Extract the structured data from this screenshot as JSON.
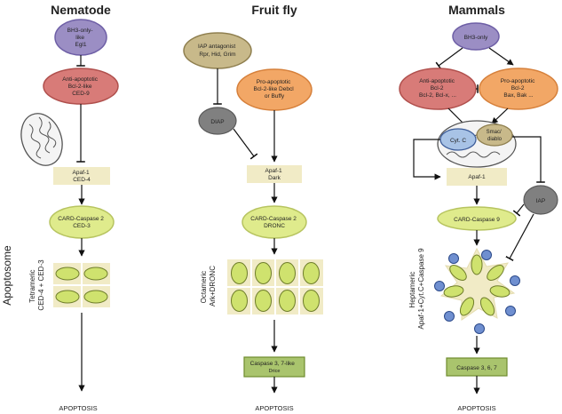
{
  "columns": {
    "nematode": {
      "title": "Nematode",
      "bh3": [
        "BH3-only-",
        "like",
        "Egl1"
      ],
      "anti": [
        "Anti-apoptotic",
        "Bcl-2-like",
        "CED-9"
      ],
      "apaf": [
        "Apaf-1",
        "CED-4"
      ],
      "caspase": [
        "CARD-Caspase 2",
        "CED-3"
      ],
      "complex": [
        "Tetrameric",
        "CED-4 + CED-3"
      ],
      "outcome": "APOPTOSIS"
    },
    "fly": {
      "title": "Fruit fly",
      "iap_antagonist": [
        "IAP antagonist",
        "Rpr, Hid, Grim"
      ],
      "pro": [
        "Pro-apoptotic",
        "Bcl-2-like Debcl",
        "or Buffy"
      ],
      "diap": "DIAP",
      "apaf": [
        "Apaf-1",
        "Dark"
      ],
      "caspase": [
        "CARD-Caspase 2",
        "DRONC"
      ],
      "complex": [
        "Octameric",
        "Ark+DRONC"
      ],
      "effector": [
        "Caspase 3, 7-like",
        "Drice"
      ],
      "outcome": "APOPTOSIS"
    },
    "mammals": {
      "title": "Mammals",
      "bh3": "BH3-only",
      "anti": [
        "Anti-apoptotic",
        "Bcl-2",
        "Bcl-2, Bcl-x, ..."
      ],
      "pro": [
        "Pro-apoptotic",
        "Bcl-2",
        "Bax, Bak ..."
      ],
      "cytc": "Cyt. C",
      "smac": [
        "Smac/",
        "diablo"
      ],
      "apaf": "Apaf-1",
      "iap": "IAP",
      "caspase": "CARD-Caspase 9",
      "complex": [
        "Heptameric",
        "Apaf-1+Cyt.C+Caspase 9"
      ],
      "effector": "Caspase 3, 6, 7",
      "outcome": "APOPTOSIS"
    }
  },
  "side_label": "Apoptosome",
  "colors": {
    "bh3": "#9b8ec4",
    "anti": "#d87b78",
    "pro": "#f2a766",
    "iap_antagonist": "#c8b98a",
    "diap": "#808080",
    "apaf_box": "#f1ebc6",
    "caspase": "#dfeb8c",
    "effector": "#a9c46d",
    "cytc": "#a8c3e6",
    "dots": "#6f8fd0"
  }
}
